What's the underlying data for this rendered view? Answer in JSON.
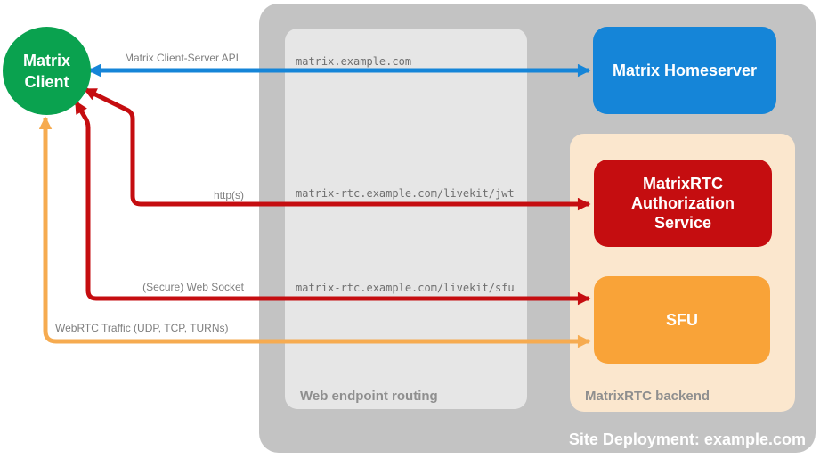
{
  "colors": {
    "green": "#0aa24f",
    "blue": "#1585d8",
    "red": "#c50d10",
    "orange": "#f9a338",
    "orange_arrow": "#f6ab50",
    "outer_bg": "#c3c3c3",
    "panel_bg": "#e6e6e6",
    "peach_bg": "#fbe7ce"
  },
  "client": {
    "label": "Matrix\nClient"
  },
  "nodes": {
    "homeserver": {
      "label": "Matrix Homeserver"
    },
    "auth_service": {
      "label": "MatrixRTC\nAuthorization\nService"
    },
    "sfu": {
      "label": "SFU"
    }
  },
  "panels": {
    "routing": {
      "caption": "Web endpoint routing"
    },
    "backend": {
      "caption": "MatrixRTC backend"
    },
    "deployment": {
      "caption": "Site Deployment: example.com"
    }
  },
  "connections": [
    {
      "name": "matrix-client-server-api",
      "label": "Matrix Client-Server API",
      "endpoint": "matrix.example.com"
    },
    {
      "name": "http",
      "label": "http(s)",
      "endpoint": "matrix-rtc.example.com/livekit/jwt"
    },
    {
      "name": "secure-web-socket",
      "label": "(Secure) Web Socket",
      "endpoint": "matrix-rtc.example.com/livekit/sfu"
    },
    {
      "name": "webrtc-traffic",
      "label": "WebRTC Traffic (UDP, TCP, TURNs)",
      "endpoint": ""
    }
  ]
}
